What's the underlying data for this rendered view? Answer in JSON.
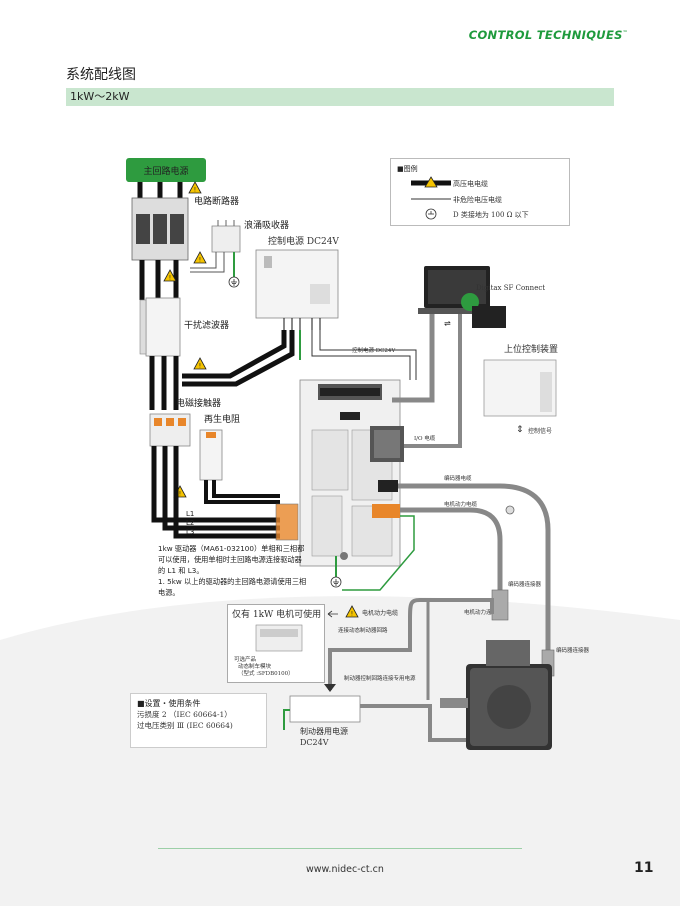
{
  "header": {
    "brand": "CONTROL TECHNIQUES",
    "brand_tm": "™",
    "title": "系统配线图",
    "range": "1kW～2kW"
  },
  "legend": {
    "title": "■图例",
    "items": [
      "高压电电缆",
      "非危险电压电缆",
      "D 类接地为 100 Ω 以下"
    ]
  },
  "labels": {
    "main_power": "主回路电源",
    "breaker": "电路断路器",
    "surge": "浪涌吸收器",
    "control_power": "控制电源 DC24V",
    "emi_filter": "干扰滤波器",
    "contactor": "电磁接触器",
    "regen_resistor": "再生电阻",
    "connect_pc": "Digitax SF Connect",
    "host": "上位控制装置",
    "control_power_cable": "控制电源 DC24V",
    "io_cable": "I/O 电缆",
    "control_signal": "控制信号",
    "encoder_cable": "编码器电缆",
    "motor_power_cable": "电机动力电缆",
    "motor_power_cable2": "电机动力电缆",
    "brake_circuit": "连接动态制动器回路",
    "encoder_connector": "编码器连接器",
    "motor_power_connector": "电机动力连接器",
    "encoder_connector2": "编码器连接器",
    "brake_control": "制动器控制回路连接专用电源",
    "brake_power": "制动器用电源",
    "brake_power_v": "DC24V",
    "only_1kw": "仅有 1kW 电机可使用",
    "option_text": "可选产品",
    "option_sub": "动态制车模块",
    "option_model": "（型式 :SFDB0100）",
    "terminal_l1": "L1",
    "terminal_l2": "L2",
    "terminal_l3": "L3"
  },
  "note": {
    "line1": "1kw 驱动器（MA61-032100）单相和三相都可以使用，使用单相时主回路电源连接驱动器的 L1 和 L3。",
    "line2": "1. 5kw 以上的驱动器的主回路电源请使用三相电源。"
  },
  "conditions": {
    "title": "■设置・使用条件",
    "line1": "污损度 2 （IEC 60664-1）",
    "line2": "过电压类别 Ⅲ (IEC 60664)"
  },
  "footer": {
    "url": "www.nidec-ct.cn",
    "page": "11"
  },
  "colors": {
    "brand_green": "#1e9a3c",
    "bar_green": "#c9e6cf",
    "ground_green": "#2e9b3f",
    "warning_yellow": "#f4c300",
    "connector_orange": "#e8862a"
  }
}
